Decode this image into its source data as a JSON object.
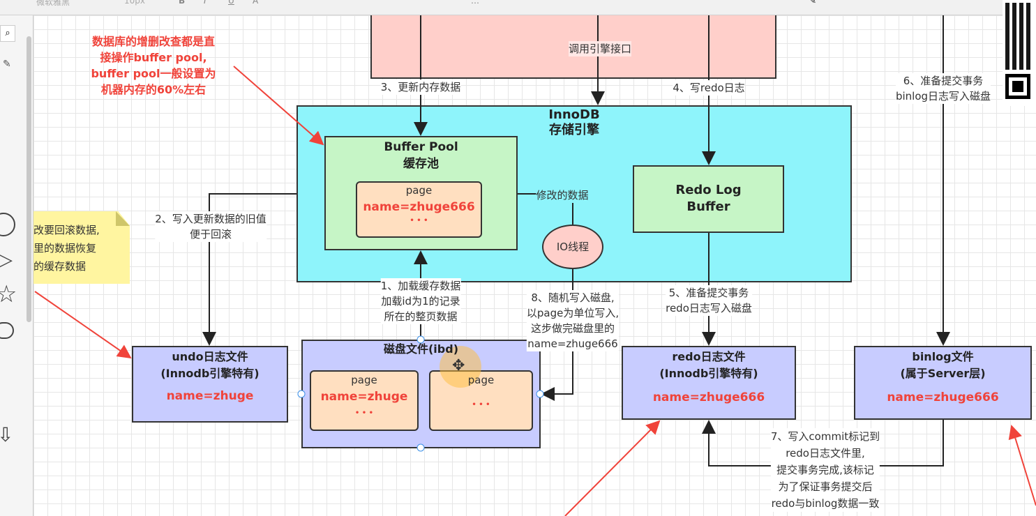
{
  "toolbar": {
    "font": "微软雅黑",
    "size": "10px"
  },
  "annotation_top": [
    "数据库的增删改查都是直",
    "接操作buffer pool,",
    "buffer pool一般设置为",
    "机器内存的60%左右"
  ],
  "note": [
    "改要回滚数据,",
    "里的数据恢复",
    "的缓存数据"
  ],
  "innodb": {
    "title": "InnoDB",
    "subtitle": "存储引擎"
  },
  "buffer_pool": {
    "title": "Buffer Pool",
    "subtitle": "缓存池",
    "page_label": "page",
    "page_value": "name=zhuge666",
    "dots": "• • •"
  },
  "redo_buffer": {
    "title": "Redo Log",
    "subtitle": "Buffer"
  },
  "io_thread": "IO线程",
  "modified_label": "修改的数据",
  "labels": {
    "call_engine": "调用引擎接口",
    "step3": "3、更新内存数据",
    "step4": "4、写redo日志",
    "step6": [
      "6、准备提交事务",
      "binlog日志写入磁盘"
    ],
    "step2": [
      "2、写入更新数据的旧值",
      "便于回滚"
    ],
    "step1": [
      "1、加载缓存数据",
      "加载id为1的记录",
      "所在的整页数据"
    ],
    "step8": [
      "8、随机写入磁盘,",
      "以page为单位写入,",
      "这步做完磁盘里的",
      "name=zhuge666"
    ],
    "step5": [
      "5、准备提交事务",
      "redo日志写入磁盘"
    ],
    "step7": [
      "7、写入commit标记到",
      "redo日志文件里,",
      "提交事务完成,该标记",
      "为了保证事务提交后",
      "redo与binlog数据一致"
    ]
  },
  "undo_file": {
    "title": "undo日志文件",
    "subtitle": "(Innodb引擎特有)",
    "value": "name=zhuge"
  },
  "disk_file": {
    "title": "磁盘文件(ibd)",
    "page1_label": "page",
    "page1_value": "name=zhuge",
    "page2_label": "page",
    "dots": "• • •"
  },
  "redo_file": {
    "title": "redo日志文件",
    "subtitle": "(Innodb引擎特有)",
    "value": "name=zhuge666"
  },
  "binlog_file": {
    "title": "binlog文件",
    "subtitle": "(属于Server层)",
    "value": "name=zhuge666"
  },
  "colors": {
    "pink": "#ffcfca",
    "cyan": "#8ef4fb",
    "green": "#c6f5c6",
    "peach": "#ffdfc0",
    "lavender": "#c8ccff",
    "note": "#fff5a0",
    "red": "#f0433a"
  }
}
